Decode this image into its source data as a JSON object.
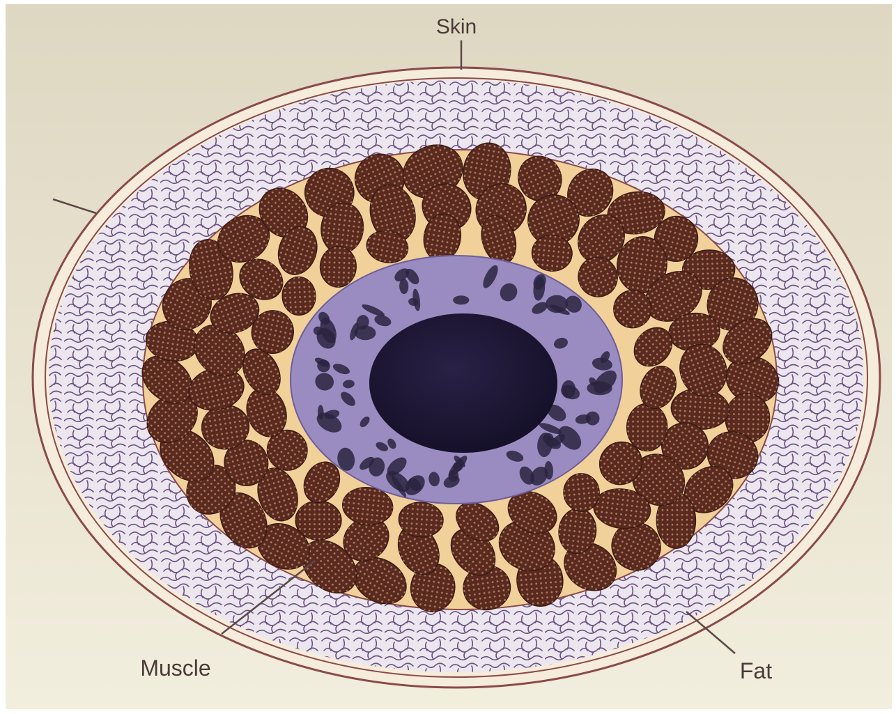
{
  "diagram": {
    "labels": {
      "skin": "Skin",
      "muscle": "Muscle",
      "fat": "Fat"
    },
    "colors": {
      "paper_top": "#ded7c2",
      "paper_bottom": "#f2eedd",
      "ring_line": "#8a4a4a",
      "skin_band": "#f6ecdc",
      "fat_fill": "#ece6ee",
      "fat_lines": "#6c5282",
      "muscle_bg": "#f2d09a",
      "muscle_bundle": "#5a2a1e",
      "muscle_dots": "#b48a70",
      "bone_cortex": "#9a8cc0",
      "bone_dark": "#2a2440",
      "marrow": "#1b1533"
    }
  }
}
